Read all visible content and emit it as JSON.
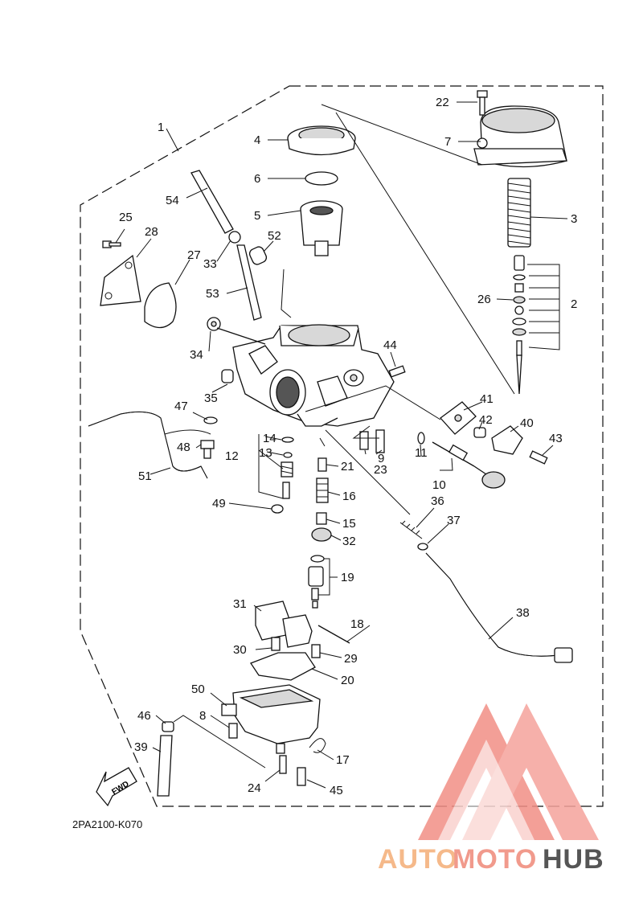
{
  "diagram_code": "2PA2100-K070",
  "fwd_label": "FWD",
  "watermark": {
    "text_a": "AUTO",
    "text_b": "MOTO",
    "text_c": "HUB",
    "color_a": "#f5b98a",
    "color_b": "#f19a8c",
    "color_c": "#555555",
    "logo_color": "#f28f86"
  },
  "callouts": {
    "c1": "1",
    "c2": "2",
    "c3": "3",
    "c4": "4",
    "c5": "5",
    "c6": "6",
    "c7": "7",
    "c8": "8",
    "c9": "9",
    "c10": "10",
    "c11": "11",
    "c12": "12",
    "c13": "13",
    "c14": "14",
    "c15": "15",
    "c16": "16",
    "c17": "17",
    "c18": "18",
    "c19": "19",
    "c20": "20",
    "c21": "21",
    "c22": "22",
    "c23": "23",
    "c24": "24",
    "c25": "25",
    "c26": "26",
    "c27": "27",
    "c28": "28",
    "c29": "29",
    "c30": "30",
    "c31": "31",
    "c32": "32",
    "c33": "33",
    "c34": "34",
    "c35": "35",
    "c36": "36",
    "c37": "37",
    "c38": "38",
    "c39": "39",
    "c40": "40",
    "c41": "41",
    "c42": "42",
    "c43": "43",
    "c44": "44",
    "c45": "45",
    "c46": "46",
    "c47": "47",
    "c48": "48",
    "c49": "49",
    "c50": "50",
    "c51": "51",
    "c52": "52",
    "c53": "53",
    "c54": "54"
  }
}
